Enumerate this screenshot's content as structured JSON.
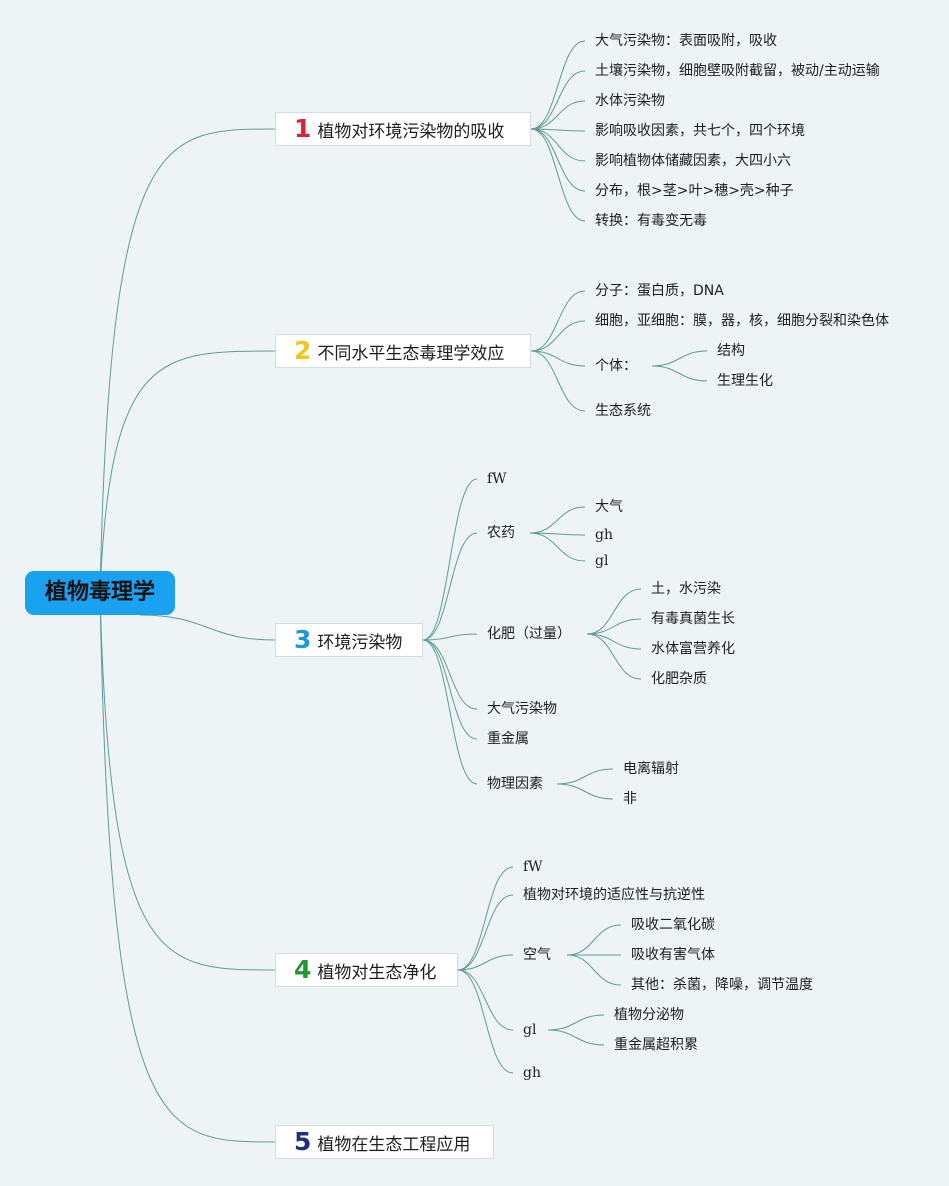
{
  "root": {
    "label": "植物毒理学"
  },
  "branches": [
    {
      "num": "1",
      "color": "#d9223a",
      "label": "植物对环境污染物的吸收",
      "children": [
        {
          "label": "大气污染物：表面吸附，吸收"
        },
        {
          "label": "土壤污染物，细胞壁吸附截留，被动/主动运输"
        },
        {
          "label": "水体污染物"
        },
        {
          "label": "影响吸收因素，共七个，四个环境"
        },
        {
          "label": "影响植物体储藏因素，大四小六"
        },
        {
          "label": "分布，根>茎>叶>穗>壳>种子"
        },
        {
          "label": "转换：有毒变无毒"
        }
      ]
    },
    {
      "num": "2",
      "color": "#f4c51b",
      "label": "不同水平生态毒理学效应",
      "children": [
        {
          "label": "分子：蛋白质，DNA"
        },
        {
          "label": "细胞，亚细胞：膜，器，核，细胞分裂和染色体"
        },
        {
          "label": "个体：",
          "children": [
            {
              "label": "结构"
            },
            {
              "label": "生理生化"
            }
          ]
        },
        {
          "label": "生态系统"
        }
      ]
    },
    {
      "num": "3",
      "color": "#1a9ad6",
      "label": "环境污染物",
      "children": [
        {
          "label": "fW"
        },
        {
          "label": "农药",
          "children": [
            {
              "label": "大气"
            },
            {
              "label": "gh"
            },
            {
              "label": "gl"
            }
          ]
        },
        {
          "label": "化肥（过量）",
          "children": [
            {
              "label": "土，水污染"
            },
            {
              "label": "有毒真菌生长"
            },
            {
              "label": "水体富营养化"
            },
            {
              "label": "化肥杂质"
            }
          ]
        },
        {
          "label": "大气污染物"
        },
        {
          "label": "重金属"
        },
        {
          "label": "物理因素",
          "children": [
            {
              "label": "电离辐射"
            },
            {
              "label": "非"
            }
          ]
        }
      ]
    },
    {
      "num": "4",
      "color": "#1f9a2e",
      "label": "植物对生态净化",
      "children": [
        {
          "label": "fW"
        },
        {
          "label": "植物对环境的适应性与抗逆性"
        },
        {
          "label": "空气",
          "children": [
            {
              "label": "吸收二氧化碳"
            },
            {
              "label": "吸收有害气体"
            },
            {
              "label": "其他：杀菌，降噪，调节温度"
            }
          ]
        },
        {
          "label": "gl",
          "children": [
            {
              "label": "植物分泌物"
            },
            {
              "label": "重金属超积累"
            }
          ]
        },
        {
          "label": "gh"
        }
      ]
    },
    {
      "num": "5",
      "color": "#1d2f7e",
      "label": "植物在生态工程应用",
      "children": []
    }
  ],
  "colors": {
    "line": "#5f9c95",
    "root_bg": "#1aa1f0",
    "background": "#eef3f6"
  }
}
